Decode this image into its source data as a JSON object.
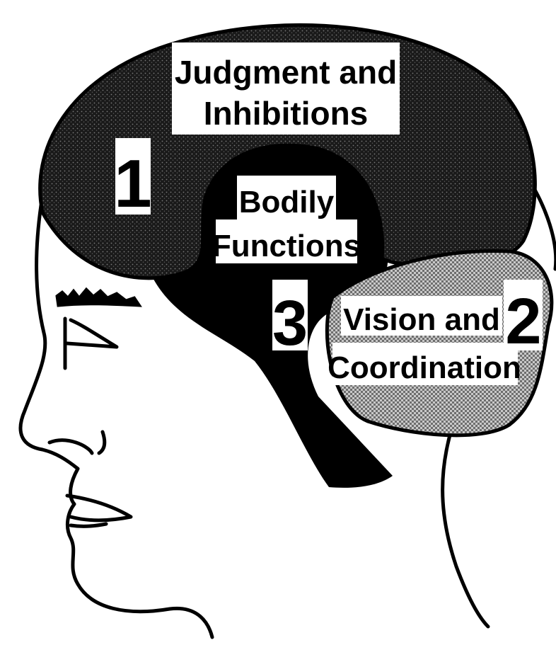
{
  "regions": [
    {
      "number": "1",
      "label_lines": [
        "Judgment and",
        "Inhibitions"
      ]
    },
    {
      "number": "2",
      "label_lines": [
        "Vision and",
        "Coordination"
      ]
    },
    {
      "number": "3",
      "label_lines": [
        "Bodily",
        "Functions"
      ]
    }
  ],
  "colors": {
    "ink": "#000000",
    "paper": "#ffffff",
    "frontal_fill": "#2b2b2b",
    "occipital_fill": "#9a9a9a"
  }
}
